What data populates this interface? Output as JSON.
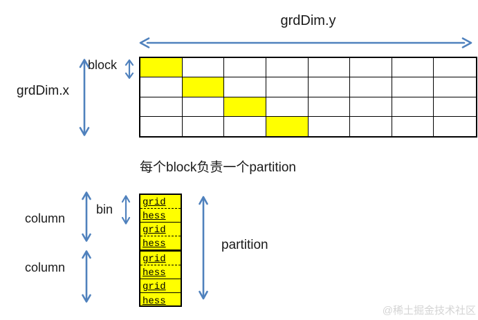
{
  "colors": {
    "accent": "#4f81bd",
    "highlight": "#ffff00",
    "line": "#000000",
    "watermark_gray": "#d4d4d4"
  },
  "labels": {
    "grddim_y": "grdDim.y",
    "grddim_x": "grdDim.x",
    "block": "block",
    "caption": "每个block负责一个partition",
    "column_top": "column",
    "bin": "bin",
    "column_bottom": "column",
    "partition": "partition",
    "watermark": "@稀土掘金技术社区"
  },
  "grid": {
    "rows": 4,
    "cols": 8,
    "highlighted_cells": [
      [
        0,
        0
      ],
      [
        1,
        1
      ],
      [
        2,
        2
      ],
      [
        3,
        3
      ]
    ]
  },
  "partition_stack": {
    "cells": [
      {
        "label": "grid",
        "separator": "dashed"
      },
      {
        "label": "hess",
        "separator": "solid"
      },
      {
        "label": "grid",
        "separator": "dashed"
      },
      {
        "label": "hess",
        "separator": "thick"
      },
      {
        "label": "grid",
        "separator": "dashed"
      },
      {
        "label": "hess",
        "separator": "solid"
      },
      {
        "label": "grid",
        "separator": "solid"
      },
      {
        "label": "hess",
        "separator": "none"
      }
    ]
  }
}
